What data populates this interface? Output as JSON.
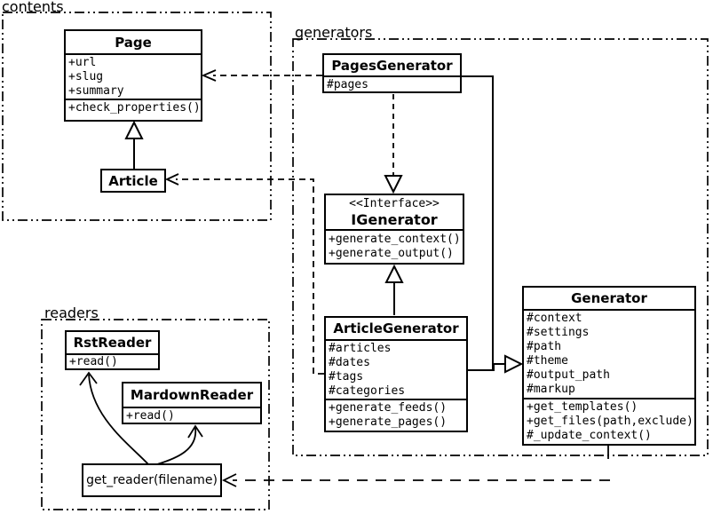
{
  "diagram": {
    "background": "#ffffff",
    "line_color": "#000000"
  },
  "packages": {
    "contents": {
      "label": "contents"
    },
    "generators": {
      "label": "generators"
    },
    "readers": {
      "label": "readers"
    }
  },
  "classes": {
    "page": {
      "name": "Page",
      "attributes": [
        "+url",
        "+slug",
        "+summary"
      ],
      "methods": [
        "+check_properties()"
      ]
    },
    "article": {
      "name": "Article"
    },
    "pages_generator": {
      "name": "PagesGenerator",
      "attributes": [
        "#pages"
      ]
    },
    "igenerator": {
      "stereotype": "<<Interface>>",
      "name": "IGenerator",
      "methods": [
        "+generate_context()",
        "+generate_output()"
      ]
    },
    "article_generator": {
      "name": "ArticleGenerator",
      "attributes": [
        "#articles",
        "#dates",
        "#tags",
        "#categories"
      ],
      "methods": [
        "+generate_feeds()",
        "+generate_pages()"
      ]
    },
    "generator": {
      "name": "Generator",
      "attributes": [
        "#context",
        "#settings",
        "#path",
        "#theme",
        "#output_path",
        "#markup"
      ],
      "methods": [
        "+get_templates()",
        "+get_files(path,exclude)",
        "#_update_context()"
      ]
    },
    "rst_reader": {
      "name": "RstReader",
      "methods": [
        "+read()"
      ]
    },
    "mardown_reader": {
      "name": "MardownReader",
      "methods": [
        "+read()"
      ]
    },
    "get_reader": {
      "label": "get_reader(filename)"
    }
  },
  "relationships": [
    {
      "type": "generalization",
      "from": "Article",
      "to": "Page"
    },
    {
      "type": "dependency",
      "from": "PagesGenerator",
      "to": "Page"
    },
    {
      "type": "dependency",
      "from": "ArticleGenerator",
      "to": "Article"
    },
    {
      "type": "realization",
      "from": "PagesGenerator",
      "to": "IGenerator"
    },
    {
      "type": "generalization",
      "from": "ArticleGenerator",
      "to": "IGenerator"
    },
    {
      "type": "generalization",
      "from": "PagesGenerator",
      "to": "Generator"
    },
    {
      "type": "generalization",
      "from": "ArticleGenerator",
      "to": "Generator"
    },
    {
      "type": "dependency",
      "from": "Generator",
      "to": "get_reader(filename)"
    },
    {
      "type": "call",
      "from": "get_reader(filename)",
      "to": "RstReader"
    },
    {
      "type": "call",
      "from": "get_reader(filename)",
      "to": "MardownReader"
    }
  ]
}
